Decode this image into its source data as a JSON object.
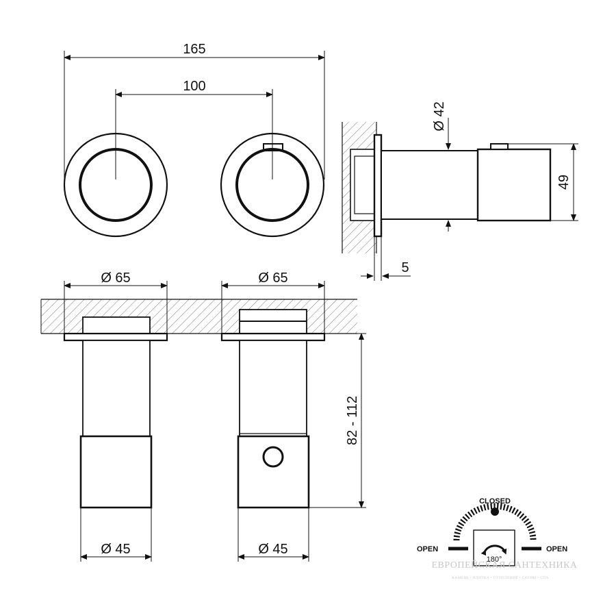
{
  "dimensions": {
    "overall_width": "165",
    "center_distance": "100",
    "stem_diameter": "Ø 42",
    "knob_height": "49",
    "flange_thickness": "5",
    "left_flange_diameter": "Ø 65",
    "right_flange_diameter": "Ø 65",
    "depth_range": "82 - 112",
    "left_knob_diameter": "Ø 45",
    "right_knob_diameter": "Ø 45"
  },
  "rotation_indicator": {
    "closed_label": "CLOSED",
    "open_left_label": "OPEN",
    "open_right_label": "OPEN",
    "angle_label": "180°"
  },
  "watermark": {
    "title": "ЕВРОПЕЙСКАЯ САНТЕХНИКА",
    "subtitle": "КАМЕНЬ • ПЛИТКА • ОТОПЛЕНИЕ • САУНЫ • СПА"
  },
  "colors": {
    "line": "#111111",
    "watermark": "#c8c8c8"
  }
}
